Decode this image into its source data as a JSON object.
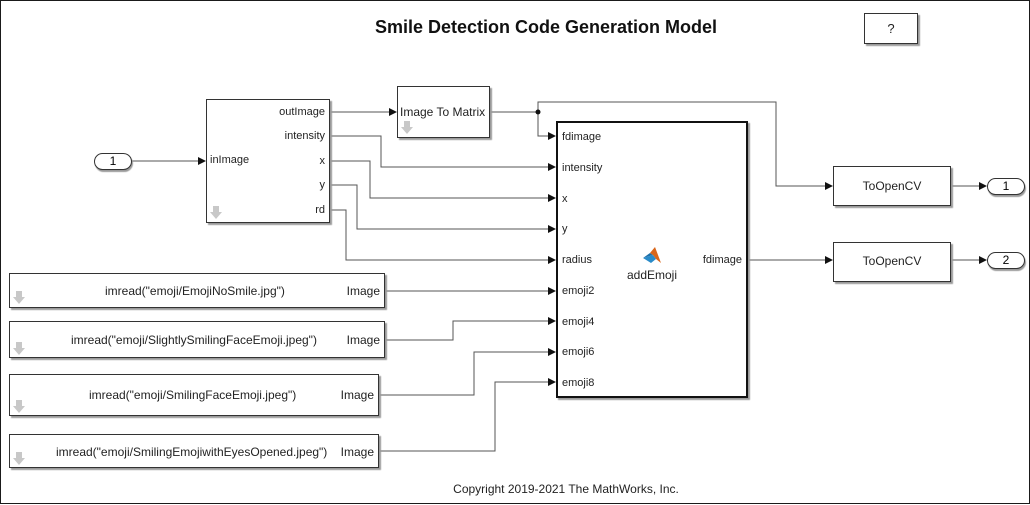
{
  "title": "Smile Detection Code Generation Model",
  "help_button": "?",
  "copyright": "Copyright 2019-2021 The MathWorks, Inc.",
  "inport": {
    "number": "1"
  },
  "subsystem": {
    "input_ports": [
      "inImage"
    ],
    "output_ports": [
      "outImage",
      "intensity",
      "x",
      "y",
      "rd"
    ]
  },
  "image_to_matrix": {
    "label": "Image To Matrix"
  },
  "add_emoji": {
    "name": "addEmoji",
    "input_ports": [
      "fdimage",
      "intensity",
      "x",
      "y",
      "radius",
      "emoji2",
      "emoji4",
      "emoji6",
      "emoji8"
    ],
    "output_ports": [
      "fdimage"
    ]
  },
  "to_opencv": [
    {
      "label": "ToOpenCV"
    },
    {
      "label": "ToOpenCV"
    }
  ],
  "outports": [
    {
      "number": "1"
    },
    {
      "number": "2"
    }
  ],
  "imread_blocks": [
    {
      "expr": "imread(\"emoji/EmojiNoSmile.jpg\")",
      "port": "Image"
    },
    {
      "expr": "imread(\"emoji/SlightlySmilingFaceEmoji.jpeg\")",
      "port": "Image"
    },
    {
      "expr": "imread(\"emoji/SmilingFaceEmoji.jpeg\")",
      "port": "Image"
    },
    {
      "expr": "imread(\"emoji/SmilingEmojiwithEyesOpened.jpeg\")",
      "port": "Image"
    }
  ],
  "colors": {
    "wire": "#555555",
    "matlab_icon_orange": "#d9661a",
    "matlab_icon_blue": "#1f6fa8"
  }
}
